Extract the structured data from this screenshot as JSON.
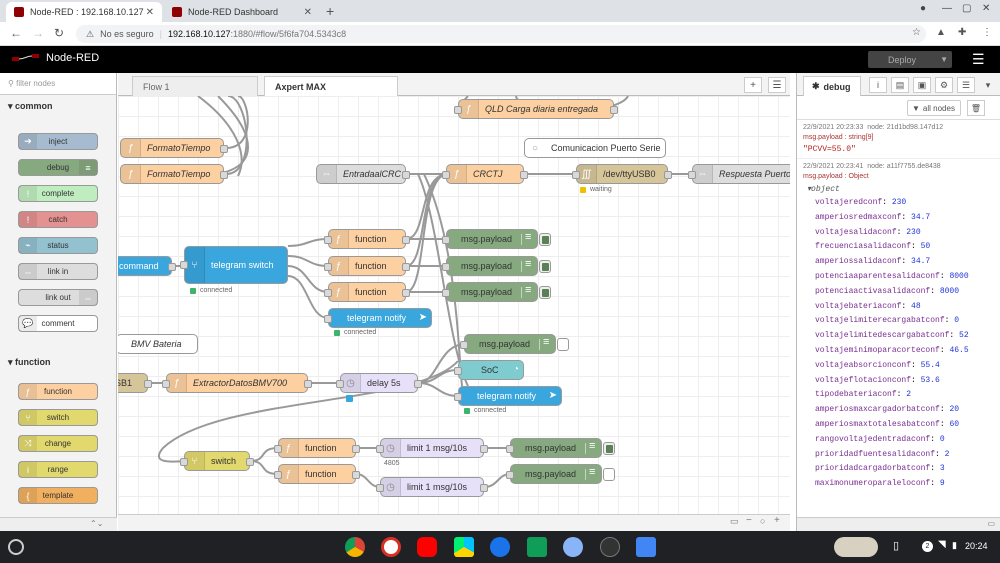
{
  "browser": {
    "tabs": [
      {
        "title": "Node-RED : 192.168.10.127"
      },
      {
        "title": "Node-RED Dashboard"
      }
    ],
    "address": {
      "security": "No es seguro",
      "host": "192.168.10.127",
      "path": ":1880/#flow/5f6fa704.5343c8"
    }
  },
  "app": {
    "name": "Node-RED",
    "deploy_label": "Deploy"
  },
  "palette": {
    "filter_placeholder": "filter nodes",
    "categories": [
      {
        "name": "common",
        "nodes": [
          "inject",
          "debug",
          "complete",
          "catch",
          "status",
          "link in",
          "link out",
          "comment"
        ]
      },
      {
        "name": "function",
        "nodes": [
          "function",
          "switch",
          "change",
          "range",
          "template"
        ]
      }
    ]
  },
  "workspace": {
    "tabs": [
      "Flow 1",
      "Axpert MAX"
    ],
    "nodes": {
      "qld": "QLD Carga diaria entregada",
      "formato1": "FormatoTiempo",
      "formato2": "FormatoTiempo",
      "comunicacion": "Comunicacion Puerto Serie",
      "entrada": "EntradaalCRC",
      "crctj": "CRCTJ",
      "usb": "/dev/ttyUSB0",
      "usb_status": "waiting",
      "respuesta": "Respuesta Puerto",
      "command": "command",
      "tgswitch": "telegram switch",
      "tgswitch_status": "connected",
      "func1": "function",
      "func2": "function",
      "func3": "function",
      "dbg1": "msg.payload",
      "dbg2": "msg.payload",
      "dbg3": "msg.payload",
      "tgnotify1": "telegram notify",
      "tgnotify1_status": "connected",
      "bmv": "BMV Bateria",
      "sb1": "SB1",
      "extractor": "ExtractorDatosBMV700",
      "delay": "delay 5s",
      "dbg4": "msg.payload",
      "soc": "SoC",
      "tgnotify2": "telegram notify",
      "tgnotify2_status": "connected",
      "switch": "switch",
      "func4": "function",
      "func5": "function",
      "limit1": "limit 1 msg/10s",
      "limit1_status": "4805",
      "limit2": "limit 1 msg/10s",
      "dbg5": "msg.payload",
      "dbg6": "msg.payload"
    }
  },
  "debug": {
    "tab_label": "debug",
    "filter_label": "all nodes",
    "messages": [
      {
        "time": "22/9/2021 20:23:33",
        "node": "node: 21d1bd98.147d12",
        "topic": "msg.payload : string[9]",
        "value": "\"PCVV=55.0\""
      },
      {
        "time": "22/9/2021 20:23:41",
        "node": "node: a11f7755.de8438",
        "topic": "msg.payload : Object",
        "value": "object"
      }
    ],
    "properties": [
      {
        "k": "voltajeredconf",
        "v": "230"
      },
      {
        "k": "amperiosredmaxconf",
        "v": "34.7"
      },
      {
        "k": "voltajesalidaconf",
        "v": "230"
      },
      {
        "k": "frecuenciasalidaconf",
        "v": "50"
      },
      {
        "k": "amperiossalidaconf",
        "v": "34.7"
      },
      {
        "k": "potenciaaparentesalidaconf",
        "v": "8000"
      },
      {
        "k": "potenciaactivasalidaconf",
        "v": "8000"
      },
      {
        "k": "voltajebateriaconf",
        "v": "48"
      },
      {
        "k": "voltajelimiterecargabatconf",
        "v": "0"
      },
      {
        "k": "voltajelimitedescargabatconf",
        "v": "52"
      },
      {
        "k": "voltajeminimoparacorteconf",
        "v": "46.5"
      },
      {
        "k": "voltajeabsorcionconf",
        "v": "55.4"
      },
      {
        "k": "voltajeflotacionconf",
        "v": "53.6"
      },
      {
        "k": "tipodebateriaconf",
        "v": "2"
      },
      {
        "k": "amperiosmaxcargadorbatconf",
        "v": "20"
      },
      {
        "k": "amperiosmaxtotalesabatconf",
        "v": "60"
      },
      {
        "k": "rangovoltajedentradaconf",
        "v": "0"
      },
      {
        "k": "prioridadfuentesalidaconf",
        "v": "2"
      },
      {
        "k": "prioridadcargadorbatconf",
        "v": "3"
      },
      {
        "k": "maximonumeroparaleloconf",
        "v": "9"
      }
    ]
  },
  "shelf": {
    "time": "20:24",
    "notif_count": "2"
  }
}
